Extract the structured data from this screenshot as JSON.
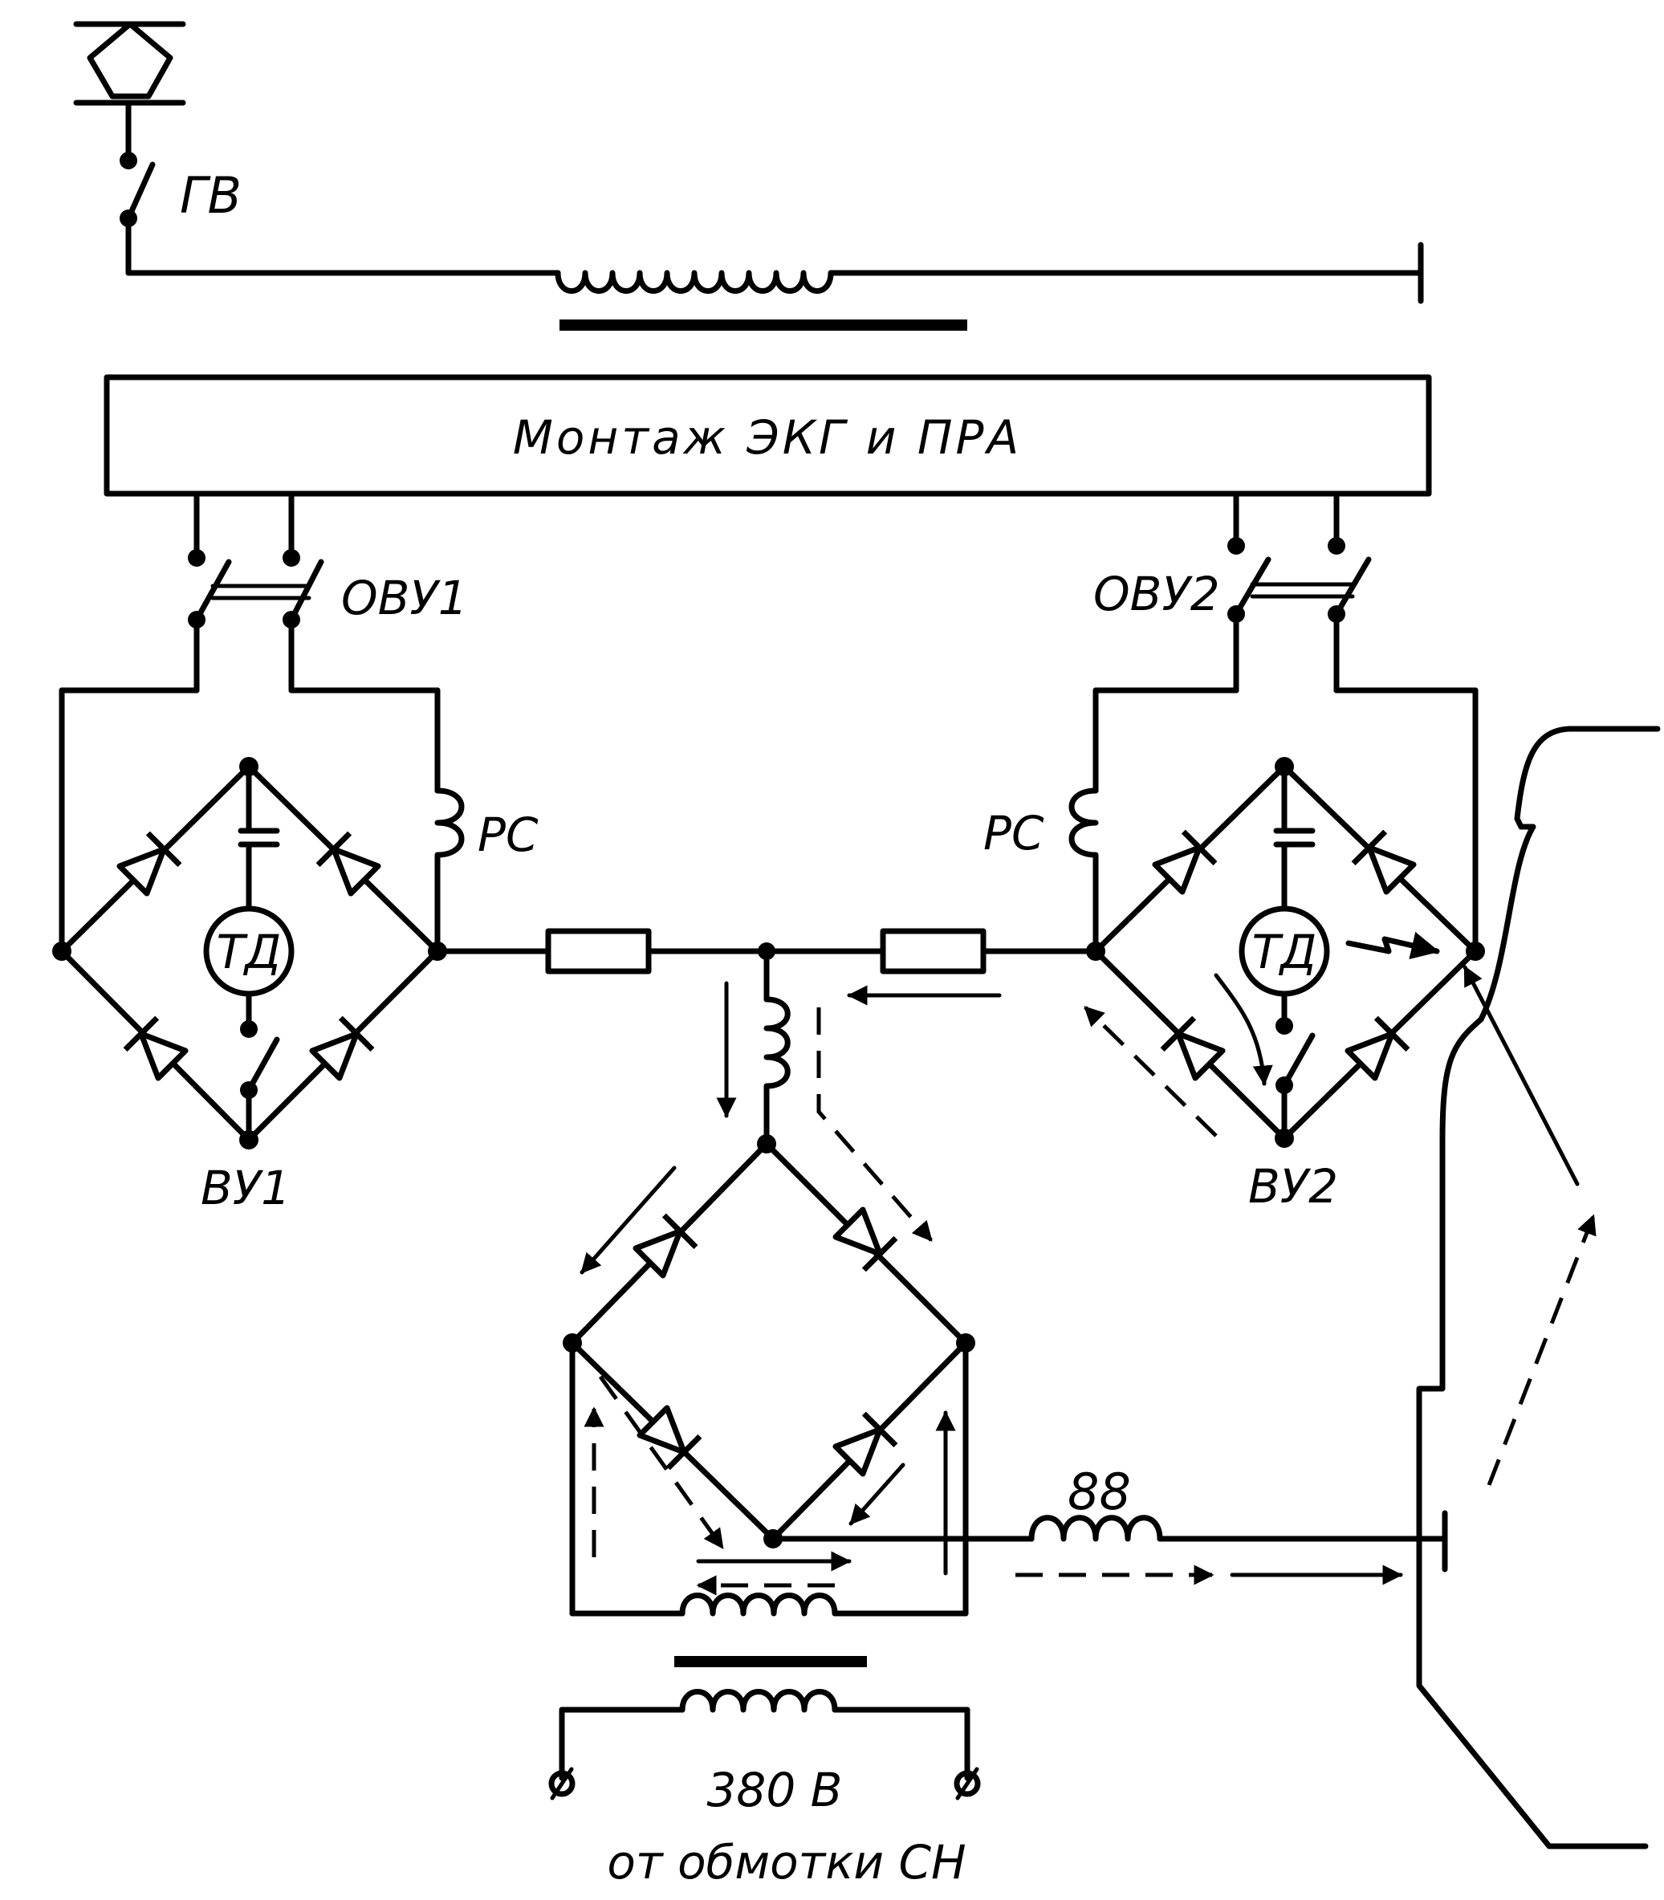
{
  "labels": {
    "main_switch": "ГВ",
    "panel": "Монтаж ЭКГ и ПРА",
    "disconnector_1": "ОВУ1",
    "disconnector_2": "ОВУ2",
    "relay_1": "РС",
    "relay_2": "РС",
    "motor_1": "ТД",
    "motor_2": "ТД",
    "rectifier_1": "ВУ1",
    "rectifier_2": "ВУ2",
    "reactor": "88",
    "supply_voltage": "380 В",
    "supply_source": "от обмотки СН"
  },
  "colors": {
    "ink": "#000000",
    "background": "#ffffff"
  }
}
